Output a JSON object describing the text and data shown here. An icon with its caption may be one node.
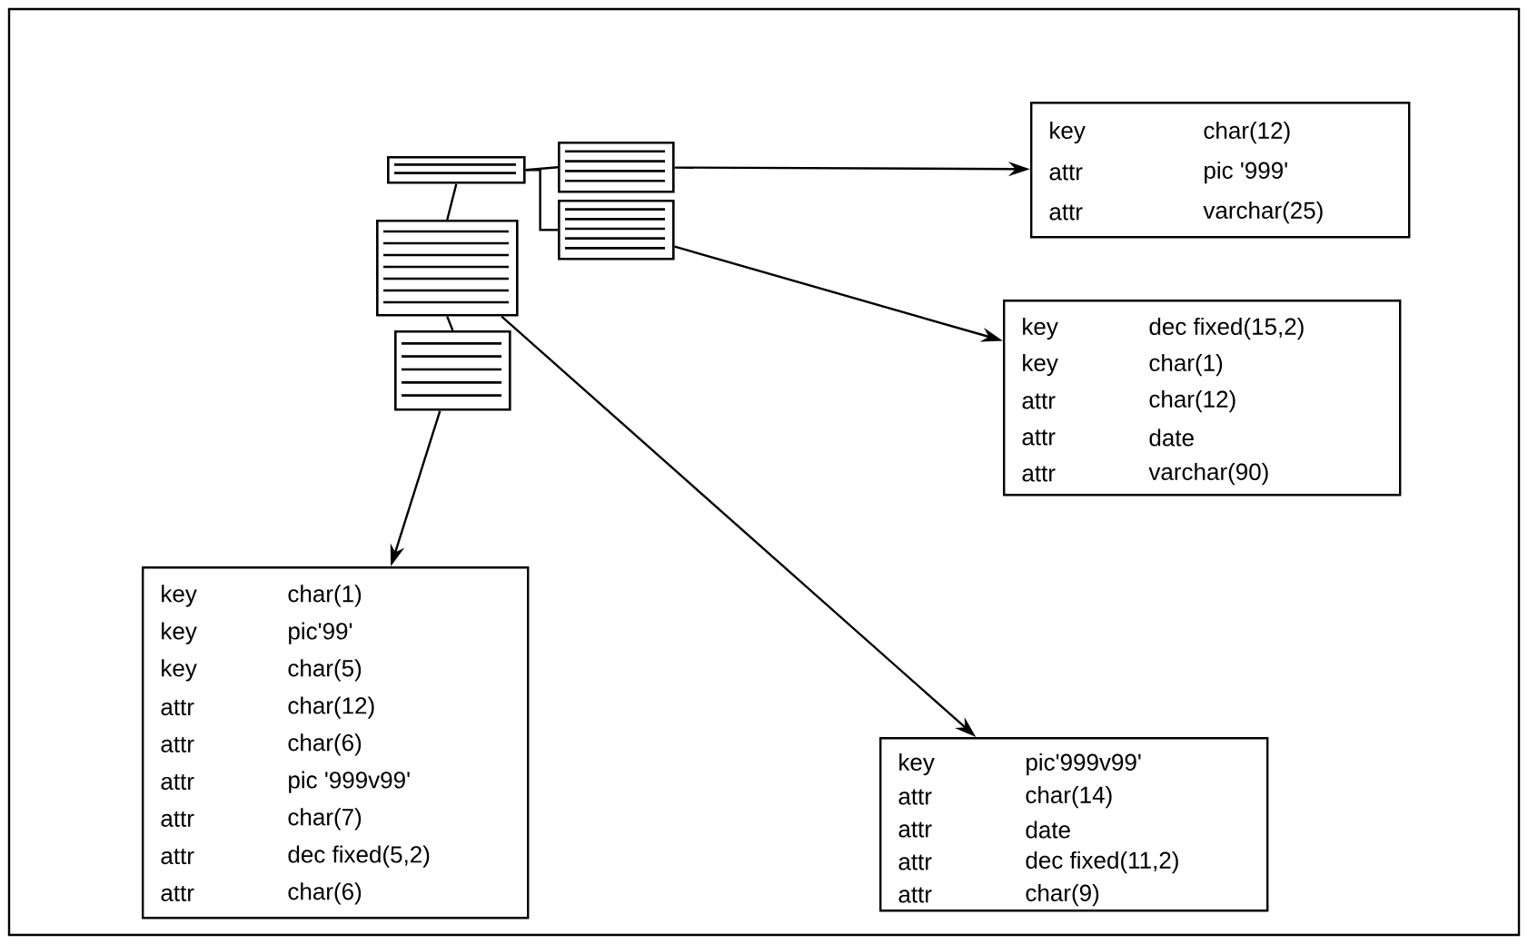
{
  "diagram": {
    "nodes": [
      {
        "text": [],
        "shape": "box"
      },
      {
        "text": [],
        "shape": "box"
      },
      {
        "text": [],
        "shape": "box"
      },
      {
        "text": [],
        "shape": "box"
      },
      {
        "text": [],
        "shape": "box"
      },
      {
        "text": [
          "key",
          "char(12)",
          "attr",
          "pic '999'",
          "attr",
          "varchar(25)"
        ]
      },
      {
        "text": [
          "key",
          "dec fixed(15,2)",
          "key",
          "char(1)",
          "attr",
          "char(12)",
          "attr",
          "date",
          "attr",
          "varchar(90)"
        ]
      },
      {
        "text": [
          "key",
          "char(1)",
          "key",
          "pic'99'",
          "key",
          "char(5)",
          "attr",
          "char(12)",
          "attr",
          "char(6)",
          "attr",
          "pic '999v99'",
          "attr",
          "char(7)",
          "attr",
          "dec fixed(5,2)",
          "attr",
          "char(6)"
        ]
      },
      {
        "text": [
          "key",
          "pic'999v99'",
          "attr",
          "char(14)",
          "attr",
          "date",
          "attr",
          "dec fixed(11,2)",
          "attr",
          "char(9)"
        ]
      }
    ],
    "edges": [
      {
        "from": 0,
        "to": 1,
        "arrow": "none"
      },
      {
        "from": 0,
        "to": 2,
        "arrow": "none"
      },
      {
        "from": 0,
        "to": 3,
        "arrow": "none"
      },
      {
        "from": 3,
        "to": 4,
        "arrow": "none"
      },
      {
        "from": 1,
        "to": 5,
        "arrow": "to"
      },
      {
        "from": 2,
        "to": 6,
        "arrow": "to"
      },
      {
        "from": 4,
        "to": 7,
        "arrow": "to"
      },
      {
        "from": 3,
        "to": 8,
        "arrow": "to"
      }
    ]
  }
}
